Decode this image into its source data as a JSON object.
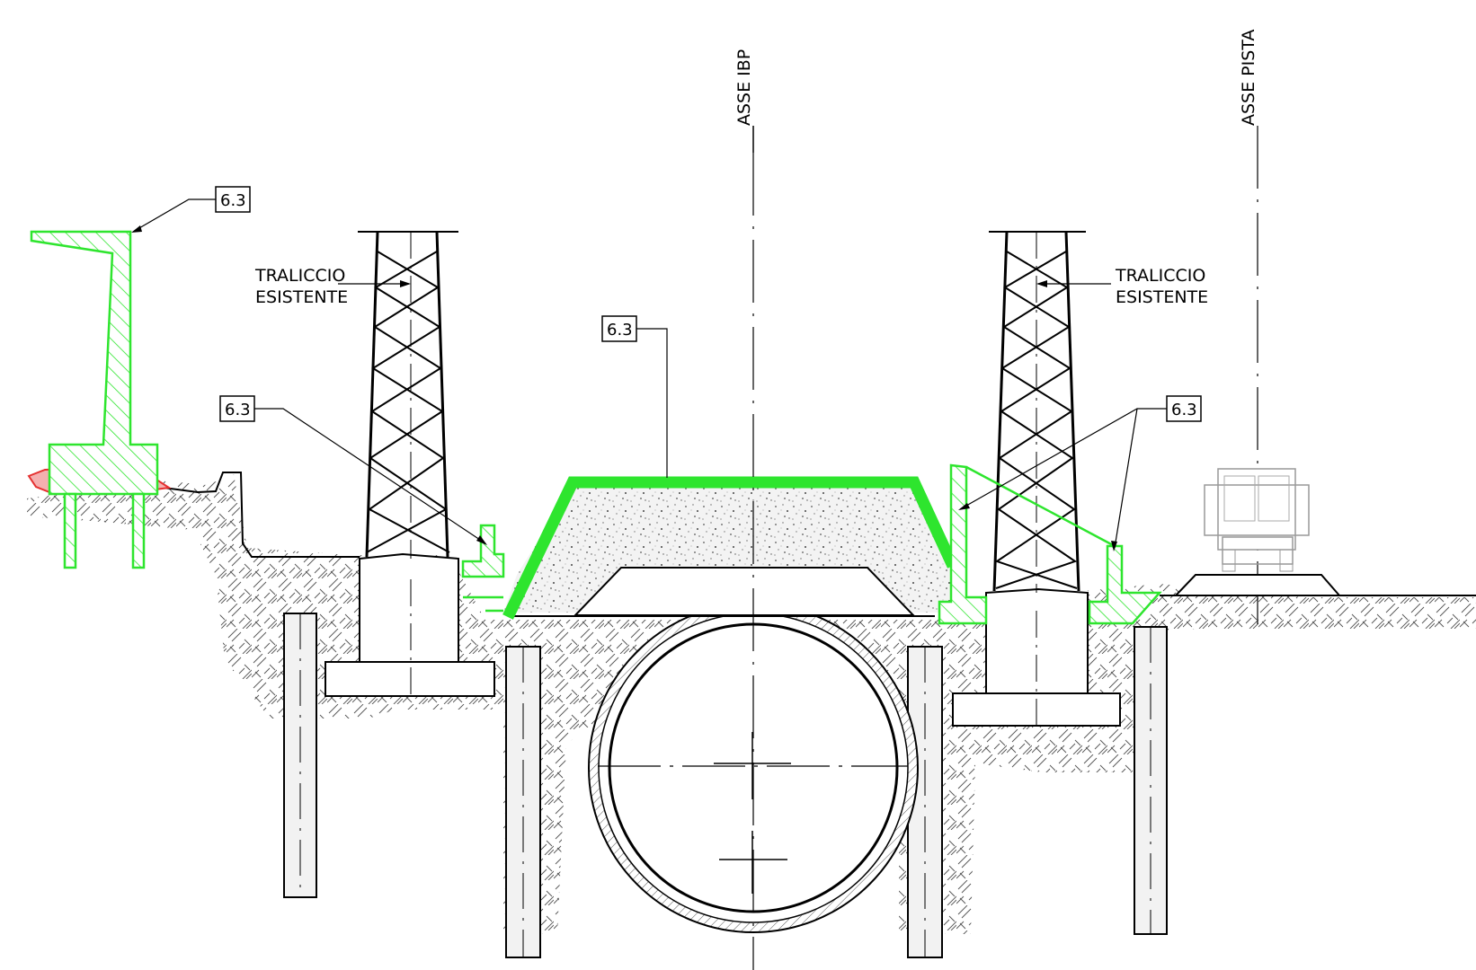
{
  "axes": {
    "ibp": "ASSE  IBP",
    "pista": "ASSE  PISTA"
  },
  "callouts": {
    "left_wall": "6.3",
    "left_mid": "6.3",
    "top_center": "6.3",
    "right": "6.3"
  },
  "towers": {
    "left_label_line1": "TRALICCIO",
    "left_label_line2": "ESISTENTE",
    "right_label_line1": "TRALICCIO",
    "right_label_line2": "ESISTENTE"
  },
  "colors": {
    "new_works": "#2ee52e",
    "existing": "#000000",
    "demolition_fill": "#f4a8a8"
  }
}
